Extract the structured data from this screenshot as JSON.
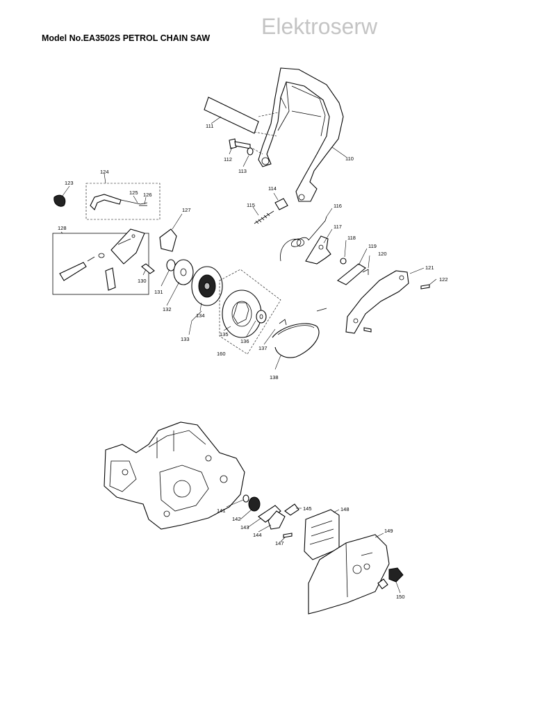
{
  "header": {
    "title": "Model No.EA3502S PETROL CHAIN SAW",
    "watermark": "Elektroserw"
  },
  "callouts": {
    "p110": "110",
    "p111": "111",
    "p112": "112",
    "p113": "113",
    "p114": "114",
    "p115": "115",
    "p116": "116",
    "p117": "117",
    "p118": "118",
    "p119": "119",
    "p120": "120",
    "p121": "121",
    "p122": "122",
    "p123": "123",
    "p124": "124",
    "p125": "125",
    "p126": "126",
    "p127": "127",
    "p128": "128",
    "p130": "130",
    "p131": "131",
    "p132": "132",
    "p133": "133",
    "p134": "134",
    "p135": "135",
    "p136": "136",
    "p137": "137",
    "p138": "138",
    "p141": "141",
    "p142": "142",
    "p143": "143",
    "p144": "144",
    "p145": "145",
    "p147": "147",
    "p148": "148",
    "p149": "149",
    "p150": "150",
    "p160": "160"
  }
}
